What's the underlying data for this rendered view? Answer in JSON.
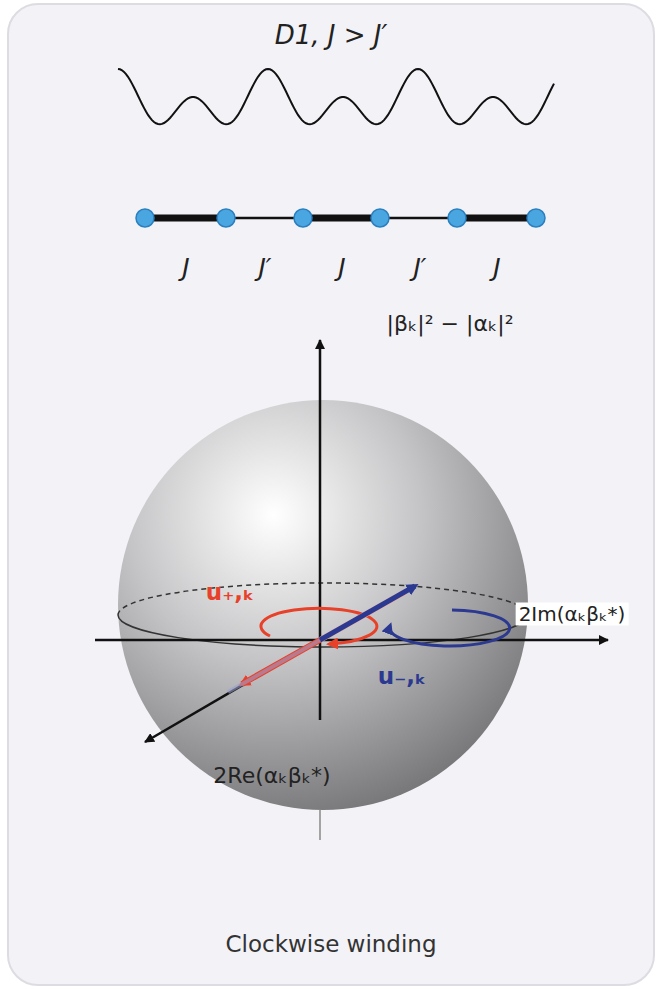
{
  "diagram": {
    "title": "D1, J > J′",
    "caption": "Clockwise winding",
    "labels": [
      "J",
      "J′",
      "J",
      "J′",
      "J",
      "|βₖ|² − |αₖ|²",
      "u₊,ₖ",
      "2Im(αₖβₖ*)",
      "u₋,ₖ",
      "2Re(αₖβₖ*)"
    ]
  }
}
